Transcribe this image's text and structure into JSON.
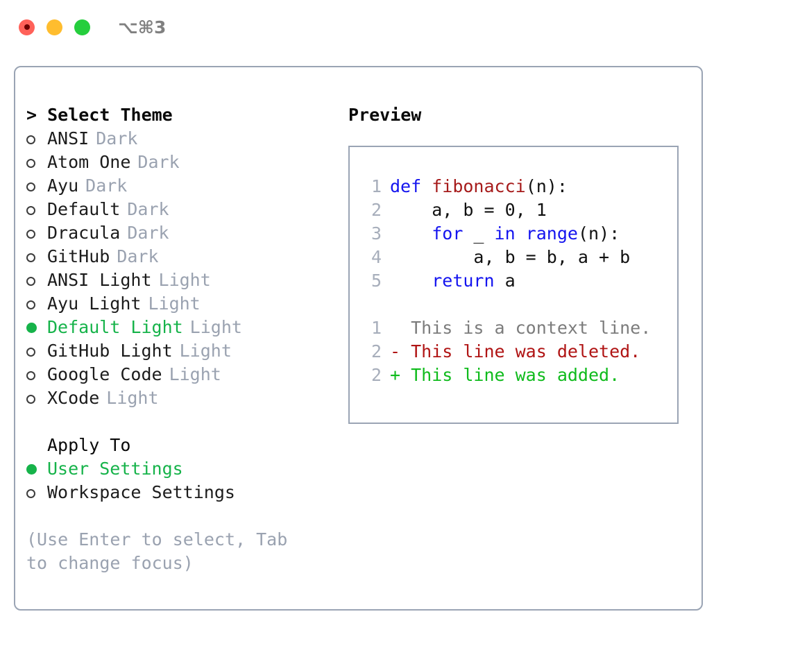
{
  "titlebar": {
    "shortcut": "⌥⌘3",
    "buttons": [
      {
        "name": "close",
        "color": "#ff6159"
      },
      {
        "name": "minimize",
        "color": "#ffbd2e"
      },
      {
        "name": "maximize",
        "color": "#25ce3d"
      }
    ]
  },
  "theme_picker": {
    "header": "> Select Theme",
    "selected_theme": "Default Light",
    "accent_color": "#16b34a",
    "tag_color": "#9aa2b0",
    "items": [
      {
        "label": "ANSI",
        "tag": "Dark",
        "selected": false
      },
      {
        "label": "Atom One",
        "tag": "Dark",
        "selected": false
      },
      {
        "label": "Ayu",
        "tag": "Dark",
        "selected": false
      },
      {
        "label": "Default",
        "tag": "Dark",
        "selected": false
      },
      {
        "label": "Dracula",
        "tag": "Dark",
        "selected": false
      },
      {
        "label": "GitHub",
        "tag": "Dark",
        "selected": false
      },
      {
        "label": "ANSI Light",
        "tag": "Light",
        "selected": false
      },
      {
        "label": "Ayu Light",
        "tag": "Light",
        "selected": false
      },
      {
        "label": "Default Light",
        "tag": "Light",
        "selected": true
      },
      {
        "label": "GitHub Light",
        "tag": "Light",
        "selected": false
      },
      {
        "label": "Google Code",
        "tag": "Light",
        "selected": false
      },
      {
        "label": "XCode",
        "tag": "Light",
        "selected": false
      }
    ]
  },
  "apply_to": {
    "header": "Apply To",
    "selected_option": "User Settings",
    "options": [
      {
        "label": "User Settings",
        "selected": true
      },
      {
        "label": "Workspace Settings",
        "selected": false
      }
    ]
  },
  "hint": "(Use Enter to select, Tab to change focus)",
  "preview": {
    "title": "Preview",
    "code_lines": [
      {
        "lineno": "1",
        "text": "def fibonacci(n):",
        "tokens": [
          {
            "t": "def ",
            "c": "kw"
          },
          {
            "t": "fibonacci",
            "c": "fn"
          },
          {
            "t": "(n):",
            "c": "plain"
          }
        ]
      },
      {
        "lineno": "2",
        "text": "    a, b = 0, 1",
        "tokens": [
          {
            "t": "    a, b = 0, 1",
            "c": "plain"
          }
        ]
      },
      {
        "lineno": "3",
        "text": "    for _ in range(n):",
        "tokens": [
          {
            "t": "    ",
            "c": "plain"
          },
          {
            "t": "for",
            "c": "kw"
          },
          {
            "t": " _ ",
            "c": "plain"
          },
          {
            "t": "in",
            "c": "kw"
          },
          {
            "t": " ",
            "c": "plain"
          },
          {
            "t": "range",
            "c": "kw"
          },
          {
            "t": "(n):",
            "c": "plain"
          }
        ]
      },
      {
        "lineno": "4",
        "text": "        a, b = b, a + b",
        "tokens": [
          {
            "t": "        a, b = b, a + b",
            "c": "plain"
          }
        ]
      },
      {
        "lineno": "5",
        "text": "    return a",
        "tokens": [
          {
            "t": "    ",
            "c": "plain"
          },
          {
            "t": "return",
            "c": "kw"
          },
          {
            "t": " a",
            "c": "plain"
          }
        ]
      }
    ],
    "diff_lines": [
      {
        "lineno": "1",
        "marker": " ",
        "text": "  This is a context line.",
        "kind": "context"
      },
      {
        "lineno": "2",
        "marker": "-",
        "text": "- This line was deleted.",
        "kind": "deleted"
      },
      {
        "lineno": "2",
        "marker": "+",
        "text": "+ This line was added.",
        "kind": "added"
      }
    ],
    "syntax_colors": {
      "keyword": "#1414ef",
      "function": "#a61b1b",
      "plain": "#111111",
      "lineno": "#a7aebb",
      "diff_context": "#7c7c7c",
      "diff_deleted": "#b01414",
      "diff_added": "#0fbb1c"
    }
  }
}
